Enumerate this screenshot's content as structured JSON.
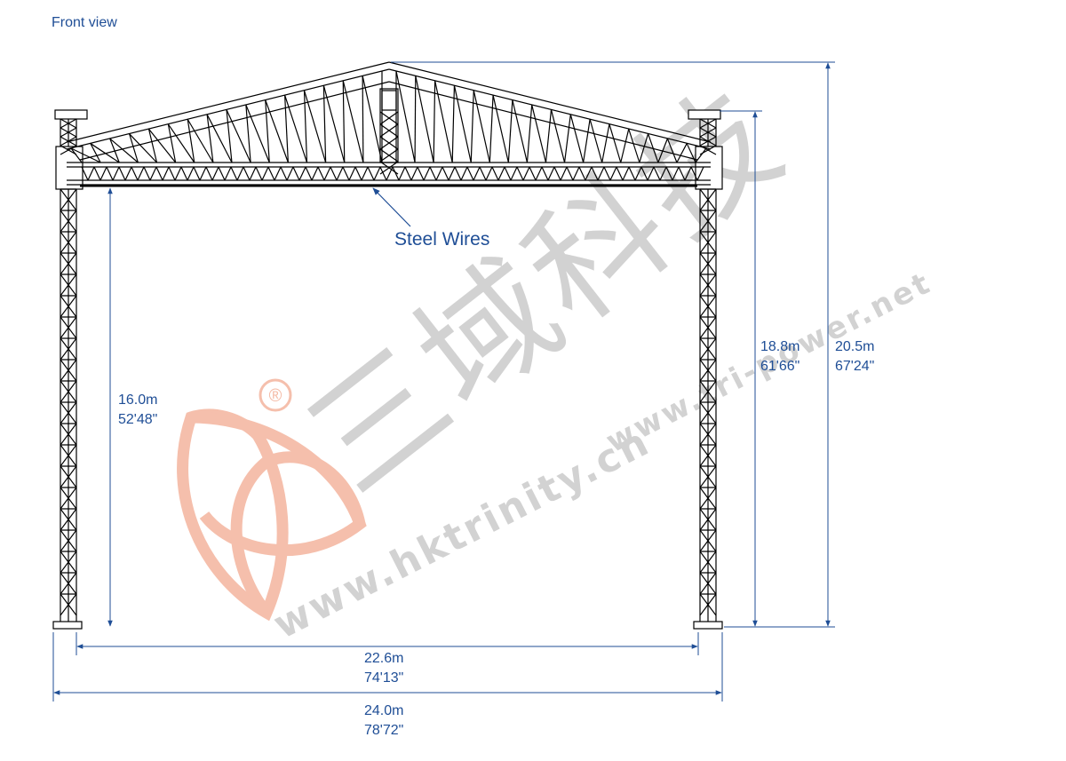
{
  "view_title": "Front view",
  "callout": {
    "label": "Steel Wires"
  },
  "dimensions": {
    "clear_height": {
      "metric": "16.0m",
      "imperial": "52'48\""
    },
    "column_height": {
      "metric": "18.8m",
      "imperial": "61'66\""
    },
    "total_height": {
      "metric": "20.5m",
      "imperial": "67'24\""
    },
    "inner_width": {
      "metric": "22.6m",
      "imperial": "74'13\""
    },
    "overall_width": {
      "metric": "24.0m",
      "imperial": "78'72\""
    }
  },
  "watermark": {
    "brand_text": "三域科技",
    "url_primary": "www.hktrinity.cn",
    "url_secondary": "www.tri-power.net",
    "registered_mark": "®"
  },
  "colors": {
    "line": "#000000",
    "dimension": "#1f4e96",
    "watermark_gray": "#cfcfcf",
    "logo_salmon": "#f4b9a4"
  }
}
